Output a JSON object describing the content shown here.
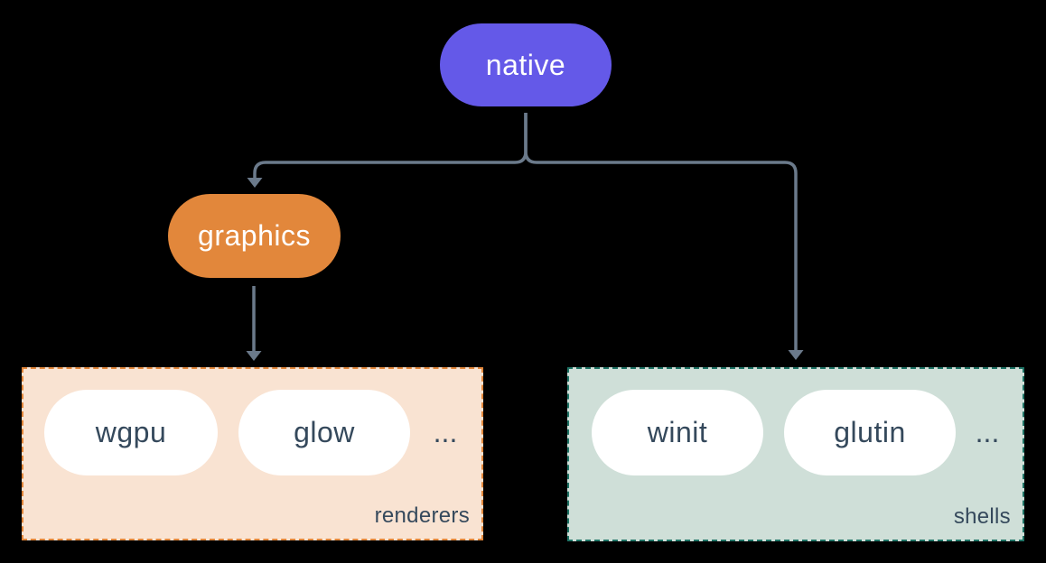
{
  "nodes": {
    "native": {
      "label": "native",
      "fill": "#6459e8",
      "text_color": "#ffffff"
    },
    "graphics": {
      "label": "graphics",
      "fill": "#e2873b",
      "text_color": "#ffffff"
    }
  },
  "groups": {
    "renderers": {
      "label": "renderers",
      "items": [
        "wgpu",
        "glow"
      ],
      "ellipsis": "...",
      "fill": "#f9e3d2",
      "border_color": "#e2873b"
    },
    "shells": {
      "label": "shells",
      "items": [
        "winit",
        "glutin"
      ],
      "ellipsis": "...",
      "fill": "#cfdfd8",
      "border_color": "#1f7466"
    }
  },
  "colors": {
    "background": "#000000",
    "connector": "#6b7a8b",
    "item_fill": "#ffffff",
    "item_text": "#35495c"
  }
}
